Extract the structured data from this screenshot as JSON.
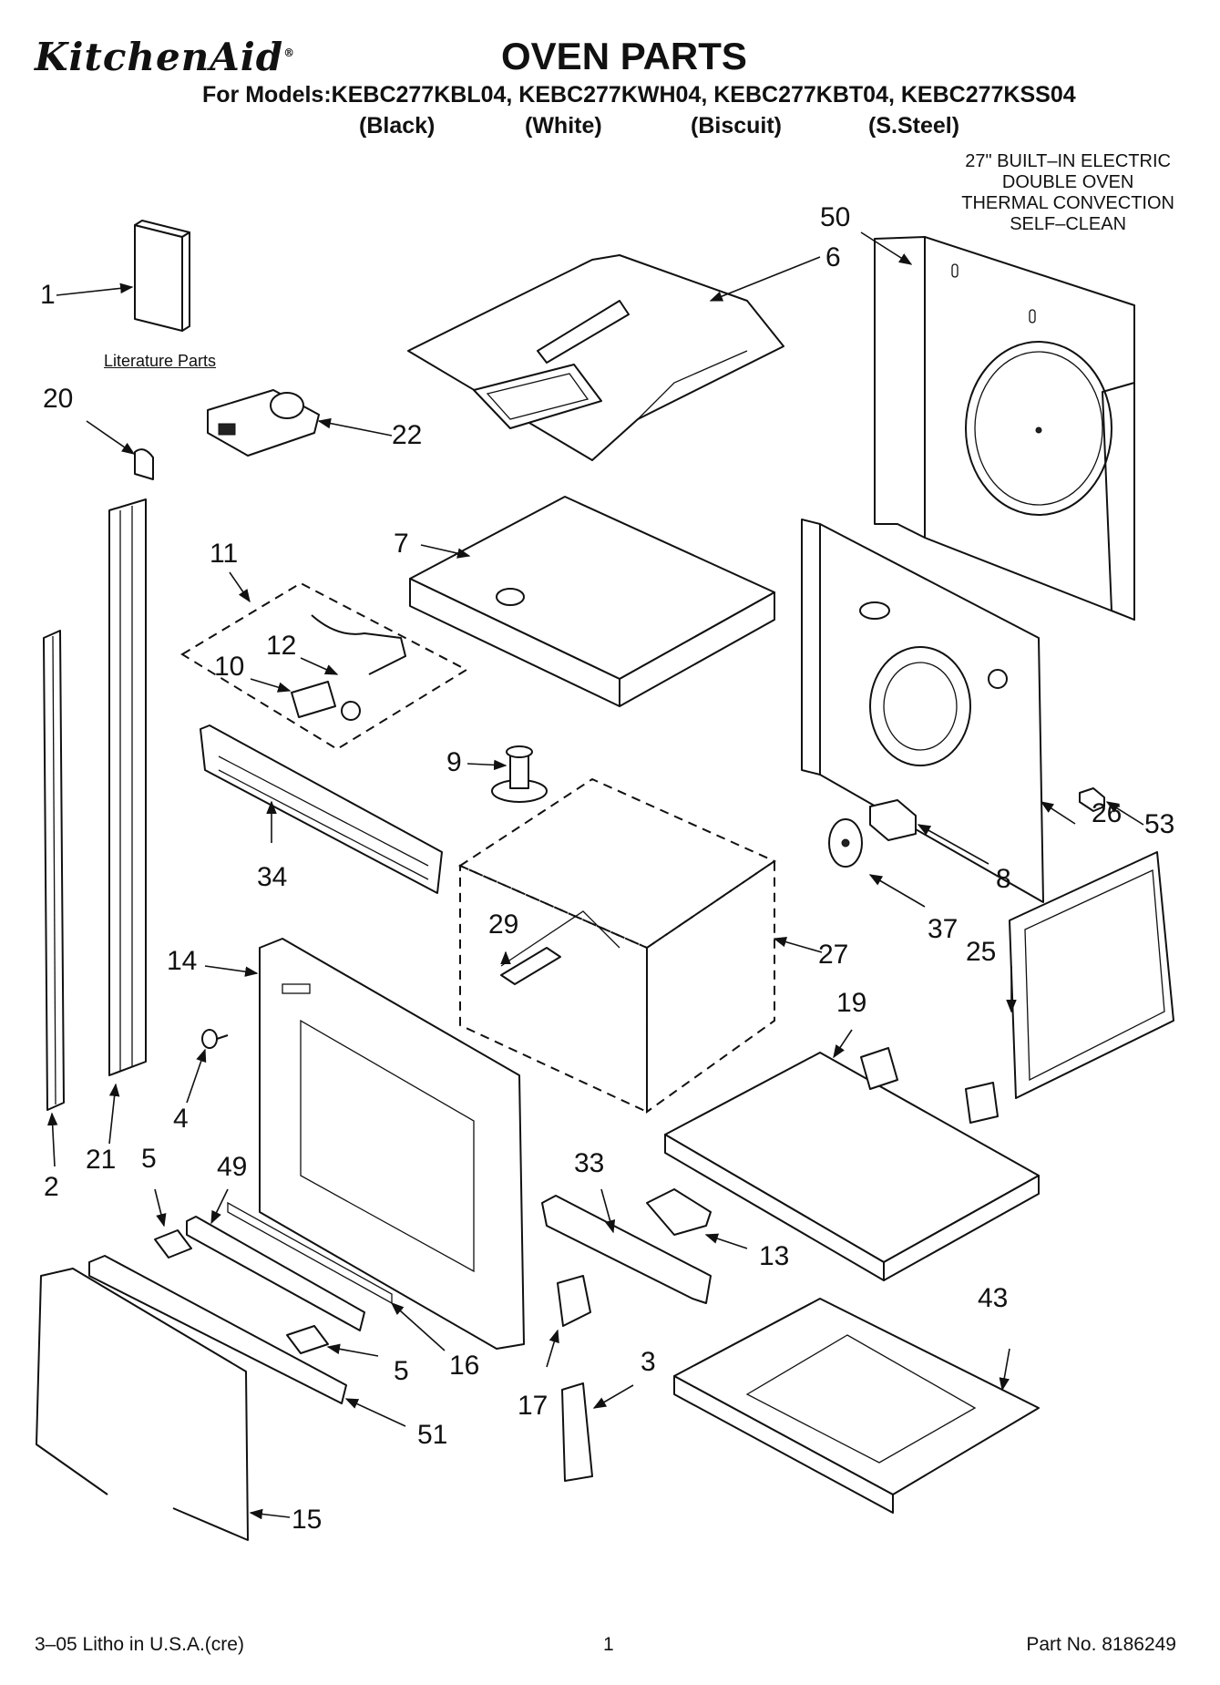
{
  "header": {
    "brand": "KitchenAid",
    "brand_mark": "®",
    "title": "OVEN PARTS",
    "models_line": "For Models:KEBC277KBL04, KEBC277KWH04, KEBC277KBT04, KEBC277KSS04",
    "colors": [
      "(Black)",
      "(White)",
      "(Biscuit)",
      "(S.Steel)"
    ],
    "description": [
      "27\" BUILT–IN ELECTRIC",
      "DOUBLE OVEN",
      "THERMAL CONVECTION",
      "SELF–CLEAN"
    ]
  },
  "labels": {
    "literature_parts": "Literature Parts"
  },
  "callouts": [
    "1",
    "50",
    "6",
    "20",
    "22",
    "11",
    "7",
    "12",
    "10",
    "9",
    "34",
    "53",
    "26",
    "8",
    "37",
    "29",
    "27",
    "14",
    "25",
    "19",
    "4",
    "2",
    "21",
    "5",
    "49",
    "33",
    "13",
    "16",
    "5",
    "51",
    "17",
    "3",
    "43",
    "15"
  ],
  "footer": {
    "litho": "3–05 Litho in U.S.A.(cre)",
    "page": "1",
    "part_no": "Part No. 8186249"
  }
}
